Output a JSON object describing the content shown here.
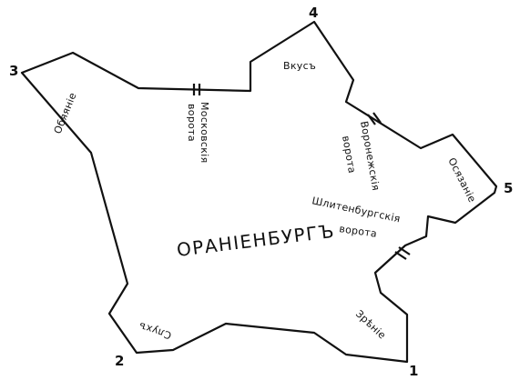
{
  "city": "ОРАНІЕНБУРГЪ",
  "corners": {
    "c1": "1",
    "c2": "2",
    "c3": "3",
    "c4": "4",
    "c5": "5"
  },
  "senses": {
    "touch_left": "Обяяніе",
    "taste": "Вкусъ",
    "touch_right": "Осязаніе",
    "hearing": "Слухъ",
    "sight": "Зрѣніе"
  },
  "gates": {
    "moscow_line1": "Московскія",
    "moscow_line2": "ворота",
    "voronezh_line1": "Воронежскія",
    "voronezh_line2": "ворота",
    "schlitten_line1": "Шлитенбургскія",
    "schlitten_line2": "ворота"
  }
}
